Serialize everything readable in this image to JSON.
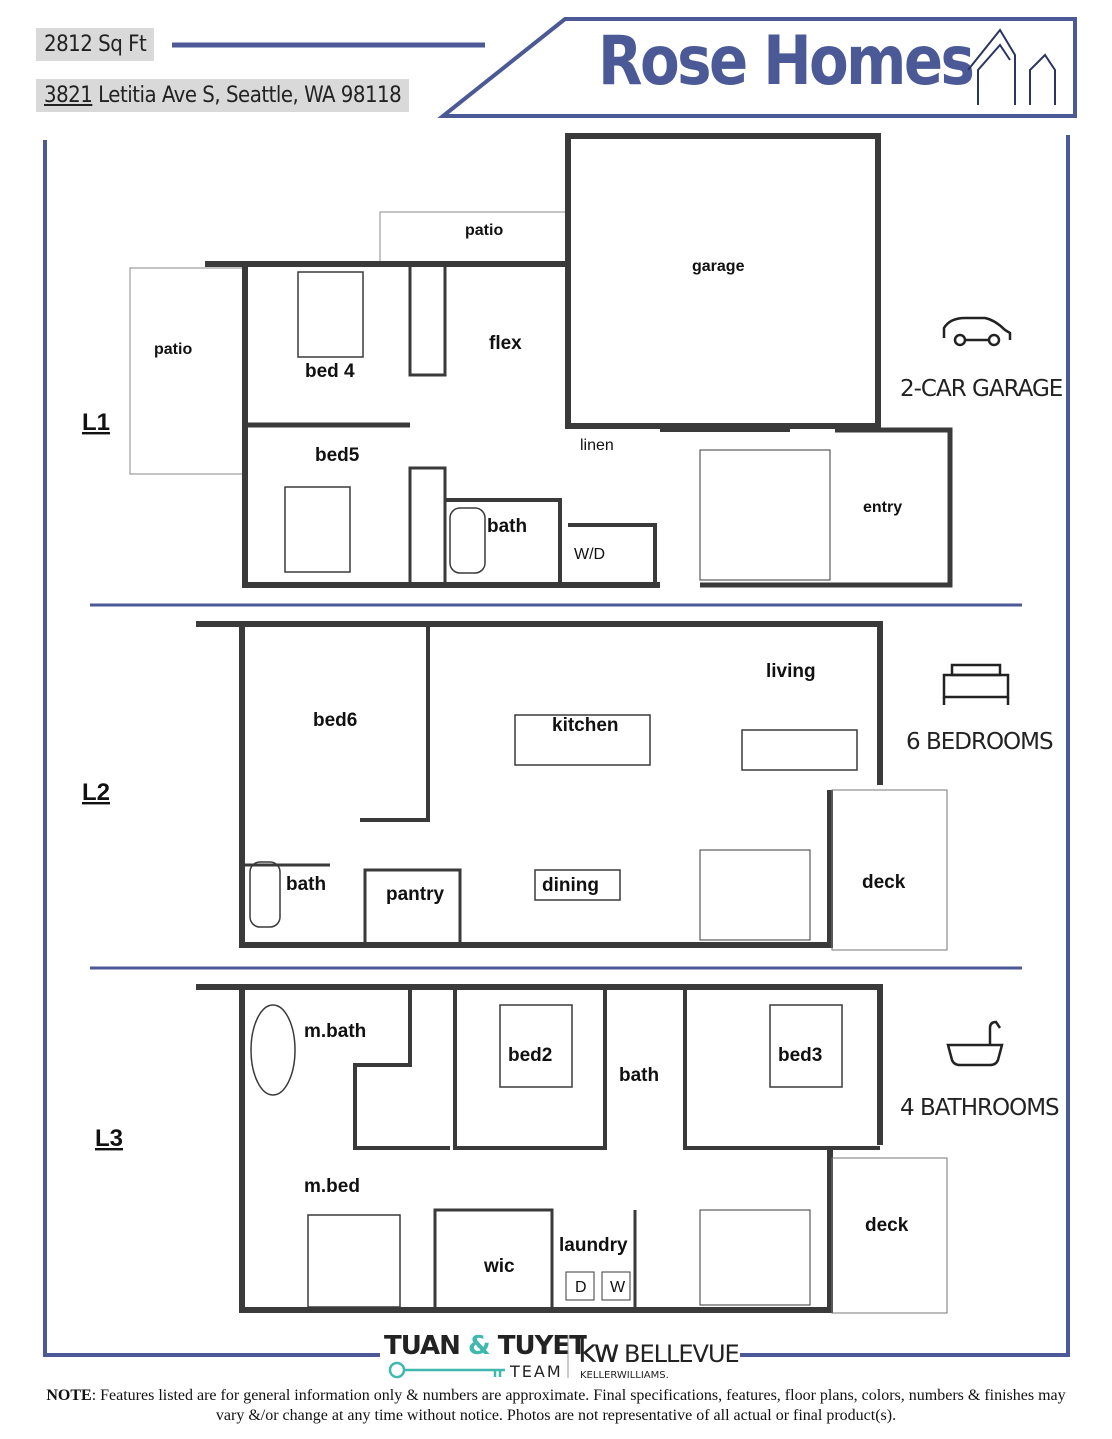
{
  "header": {
    "sqft": "2812 Sq Ft",
    "address_number": "3821",
    "address_rest": " Letitia Ave S, Seattle, WA 98118",
    "brand": "Rose Homes"
  },
  "colors": {
    "frame": "#4b5a97",
    "wall": "#3a3a3a",
    "teal": "#3fb8b0"
  },
  "levels": {
    "l1": {
      "label": "L1",
      "rooms": {
        "patio_left": "patio",
        "patio_top": "patio",
        "garage": "garage",
        "flex": "flex",
        "bed4": "bed 4",
        "bed5": "bed5",
        "bath": "bath",
        "linen": "linen",
        "wd": "W/D",
        "entry": "entry"
      }
    },
    "l2": {
      "label": "L2",
      "rooms": {
        "bed6": "bed6",
        "kitchen": "kitchen",
        "living": "living",
        "bath": "bath",
        "pantry": "pantry",
        "dining": "dining",
        "deck": "deck"
      }
    },
    "l3": {
      "label": "L3",
      "rooms": {
        "mbath": "m.bath",
        "bed2": "bed2",
        "bath": "bath",
        "bed3": "bed3",
        "mbed": "m.bed",
        "wic": "wic",
        "laundry": "laundry",
        "deck": "deck",
        "d": "D",
        "w": "W"
      }
    }
  },
  "features": {
    "garage": {
      "icon": "car-icon",
      "label": "2-CAR GARAGE"
    },
    "bedrooms": {
      "icon": "bed-icon",
      "label": "6 BEDROOMS"
    },
    "bathrooms": {
      "icon": "bathtub-icon",
      "label": "4 BATHROOMS"
    }
  },
  "footer": {
    "team_name_1": "TUAN",
    "team_amp": "&",
    "team_name_2": "TUYET",
    "team_word": "TEAM",
    "kw": "kw",
    "kw_office": "BELLEVUE",
    "kw_sub": "KELLERWILLIAMS.",
    "note_label": "NOTE",
    "note_text": ": Features listed are for general information only & numbers are approximate. Final specifications, features, floor plans, colors, numbers & finishes may vary &/or change at any time without notice. Photos are not representative of all actual or final product(s)."
  }
}
